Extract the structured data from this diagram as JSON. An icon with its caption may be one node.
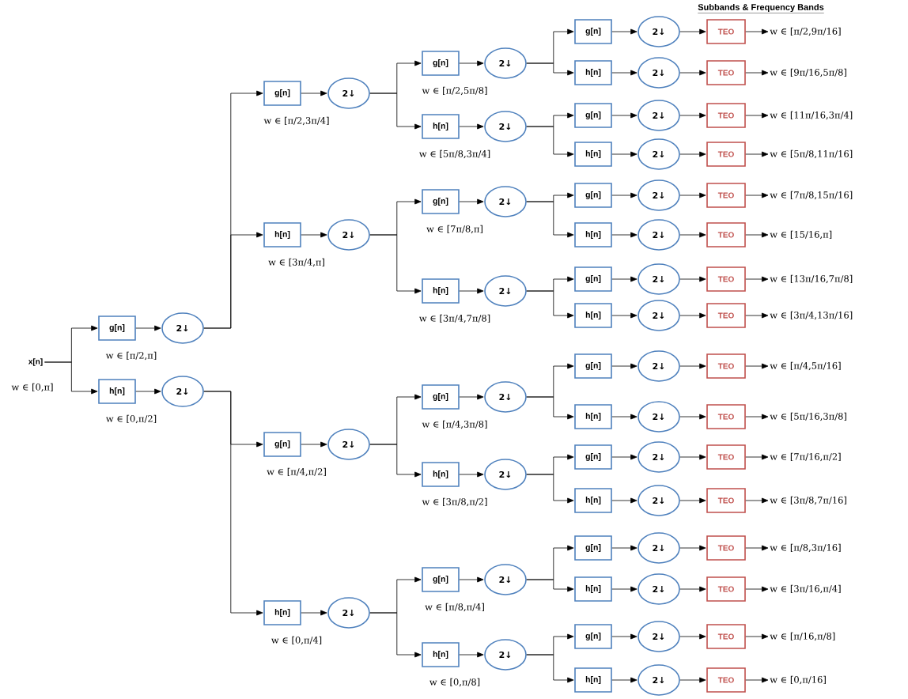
{
  "diagram": {
    "nodes": [
      {
        "text": [
          "x[n]"
        ],
        "beside": [
          "w ∈ [0,π]"
        ]
      },
      {
        "text": [
          "g[n]"
        ],
        "beside": [
          "w ∈ [π/2,π]"
        ]
      },
      {
        "text": [
          "2↓"
        ]
      },
      {
        "text": [
          "h[n]"
        ],
        "beside": [
          "w ∈ [0,π/2]"
        ]
      },
      {
        "text": [
          "2↓"
        ]
      },
      {
        "text": [
          "g[n]"
        ],
        "beside": [
          "w ∈ [π/2,3π/4]"
        ]
      },
      {
        "text": [
          "2↓"
        ]
      },
      {
        "text": [
          "h[n]"
        ],
        "beside": [
          "w ∈ [3π/4,π]"
        ]
      },
      {
        "text": [
          "2↓"
        ]
      },
      {
        "text": [
          "g[n]"
        ],
        "beside": [
          "w ∈ [π/4,π/2]"
        ]
      },
      {
        "text": [
          "2↓"
        ]
      },
      {
        "text": [
          "h[n]"
        ],
        "beside": [
          "w ∈ [0,π/4]"
        ]
      },
      {
        "text": [
          "2↓"
        ]
      },
      {
        "text": [
          "g[n]"
        ],
        "beside": [
          "w ∈ [π/2,5π/8]"
        ]
      },
      {
        "text": [
          "2↓"
        ]
      },
      {
        "text": [
          "h[n]"
        ],
        "beside": [
          "w ∈ [5π/8,3π/4]"
        ]
      },
      {
        "text": [
          "2↓"
        ]
      },
      {
        "text": [
          "g[n]"
        ],
        "beside": [
          "w ∈ [7π/8,π]"
        ]
      },
      {
        "text": [
          "2↓"
        ]
      },
      {
        "text": [
          "h[n]"
        ],
        "beside": [
          "w ∈ [3π/4,7π/8]"
        ]
      },
      {
        "text": [
          "2↓"
        ]
      },
      {
        "text": [
          "g[n]"
        ],
        "beside": [
          "w ∈ [π/4,3π/8]"
        ]
      },
      {
        "text": [
          "2↓"
        ]
      },
      {
        "text": [
          "h[n]"
        ],
        "beside": [
          "w ∈ [3π/8,π/2]"
        ]
      },
      {
        "text": [
          "2↓"
        ]
      },
      {
        "text": [
          "g[n]"
        ],
        "beside": [
          "w ∈ [π/8,π/4]"
        ]
      },
      {
        "text": [
          "2↓"
        ]
      },
      {
        "text": [
          "h[n]"
        ],
        "beside": [
          "w ∈ [0,π/8]"
        ]
      },
      {
        "text": [
          "2↓"
        ]
      },
      {
        "text": [
          "g[n]"
        ]
      },
      {
        "text": [
          "2↓"
        ]
      },
      {
        "text": [
          "TEO"
        ]
      },
      {
        "text": [
          "w ∈ [π/2,9π/16]"
        ]
      },
      {
        "text": [
          "h[n]"
        ]
      },
      {
        "text": [
          "2↓"
        ]
      },
      {
        "text": [
          "TEO"
        ]
      },
      {
        "text": [
          "w ∈ [9π/16,5π/8]"
        ]
      },
      {
        "text": [
          "g[n]"
        ]
      },
      {
        "text": [
          "2↓"
        ]
      },
      {
        "text": [
          "TEO"
        ]
      },
      {
        "text": [
          "w ∈ [11π/16,3π/4]"
        ]
      },
      {
        "text": [
          "h[n]"
        ]
      },
      {
        "text": [
          "2↓"
        ]
      },
      {
        "text": [
          "TEO"
        ]
      },
      {
        "text": [
          "w ∈ [5π/8,11π/16]"
        ]
      },
      {
        "text": [
          "g[n]"
        ]
      },
      {
        "text": [
          "2↓"
        ]
      },
      {
        "text": [
          "TEO"
        ]
      },
      {
        "text": [
          "w ∈ [7π/8,15π/16]"
        ]
      },
      {
        "text": [
          "h[n]"
        ]
      },
      {
        "text": [
          "2↓"
        ]
      },
      {
        "text": [
          "TEO"
        ]
      },
      {
        "text": [
          "w ∈ [15/16,π]"
        ]
      },
      {
        "text": [
          "g[n]"
        ]
      },
      {
        "text": [
          "2↓"
        ]
      },
      {
        "text": [
          "TEO"
        ]
      },
      {
        "text": [
          "w ∈ [13π/16,7π/8]"
        ]
      },
      {
        "text": [
          "h[n]"
        ]
      },
      {
        "text": [
          "2↓"
        ]
      },
      {
        "text": [
          "TEO"
        ]
      },
      {
        "text": [
          "w ∈ [3π/4,13π/16]"
        ]
      },
      {
        "text": [
          "g[n]"
        ]
      },
      {
        "text": [
          "2↓"
        ]
      },
      {
        "text": [
          "TEO"
        ]
      },
      {
        "text": [
          "w ∈ [π/4,5π/16]"
        ]
      },
      {
        "text": [
          "h[n]"
        ]
      },
      {
        "text": [
          "2↓"
        ]
      },
      {
        "text": [
          "TEO"
        ]
      },
      {
        "text": [
          "w ∈ [5π/16,3π/8]"
        ]
      },
      {
        "text": [
          "g[n]"
        ]
      },
      {
        "text": [
          "2↓"
        ]
      },
      {
        "text": [
          "TEO"
        ]
      },
      {
        "text": [
          "w ∈ [7π/16,π/2]"
        ]
      },
      {
        "text": [
          "h[n]"
        ]
      },
      {
        "text": [
          "2↓"
        ]
      },
      {
        "text": [
          "TEO"
        ]
      },
      {
        "text": [
          "w ∈ [3π/8,7π/16]"
        ]
      },
      {
        "text": [
          "g[n]"
        ]
      },
      {
        "text": [
          "2↓"
        ]
      },
      {
        "text": [
          "TEO"
        ]
      },
      {
        "text": [
          "w ∈ [π/8,3π/16]"
        ]
      },
      {
        "text": [
          "h[n]"
        ]
      },
      {
        "text": [
          "2↓"
        ]
      },
      {
        "text": [
          "TEO"
        ]
      },
      {
        "text": [
          "w ∈ [3π/16,π/4]"
        ]
      },
      {
        "text": [
          "g[n]"
        ]
      },
      {
        "text": [
          "2↓"
        ]
      },
      {
        "text": [
          "TEO"
        ]
      },
      {
        "text": [
          "w ∈ [π/16,π/8]"
        ]
      },
      {
        "text": [
          "h[n]"
        ]
      },
      {
        "text": [
          "2↓"
        ]
      },
      {
        "text": [
          "TEO"
        ]
      },
      {
        "text": [
          "w ∈ [0,π/16]"
        ]
      }
    ],
    "edges": [
      {
        "from": 0,
        "to": 1,
        "arrow": "to"
      },
      {
        "from": 0,
        "to": 3,
        "arrow": "to"
      },
      {
        "from": 1,
        "to": 2,
        "arrow": "to"
      },
      {
        "from": 3,
        "to": 4,
        "arrow": "to"
      },
      {
        "from": 2,
        "to": 5,
        "arrow": "to"
      },
      {
        "from": 2,
        "to": 7,
        "arrow": "to"
      },
      {
        "from": 4,
        "to": 9,
        "arrow": "to"
      },
      {
        "from": 4,
        "to": 11,
        "arrow": "to"
      },
      {
        "from": 5,
        "to": 6,
        "arrow": "to"
      },
      {
        "from": 7,
        "to": 8,
        "arrow": "to"
      },
      {
        "from": 9,
        "to": 10,
        "arrow": "to"
      },
      {
        "from": 11,
        "to": 12,
        "arrow": "to"
      },
      {
        "from": 6,
        "to": 13,
        "arrow": "to"
      },
      {
        "from": 6,
        "to": 15,
        "arrow": "to"
      },
      {
        "from": 8,
        "to": 17,
        "arrow": "to"
      },
      {
        "from": 8,
        "to": 19,
        "arrow": "to"
      },
      {
        "from": 10,
        "to": 21,
        "arrow": "to"
      },
      {
        "from": 10,
        "to": 23,
        "arrow": "to"
      },
      {
        "from": 12,
        "to": 25,
        "arrow": "to"
      },
      {
        "from": 12,
        "to": 27,
        "arrow": "to"
      },
      {
        "from": 13,
        "to": 14,
        "arrow": "to"
      },
      {
        "from": 15,
        "to": 16,
        "arrow": "to"
      },
      {
        "from": 17,
        "to": 18,
        "arrow": "to"
      },
      {
        "from": 19,
        "to": 20,
        "arrow": "to"
      },
      {
        "from": 21,
        "to": 22,
        "arrow": "to"
      },
      {
        "from": 23,
        "to": 24,
        "arrow": "to"
      },
      {
        "from": 25,
        "to": 26,
        "arrow": "to"
      },
      {
        "from": 27,
        "to": 28,
        "arrow": "to"
      },
      {
        "from": 14,
        "to": 29,
        "arrow": "to"
      },
      {
        "from": 14,
        "to": 33,
        "arrow": "to"
      },
      {
        "from": 16,
        "to": 37,
        "arrow": "to"
      },
      {
        "from": 16,
        "to": 41,
        "arrow": "to"
      },
      {
        "from": 18,
        "to": 45,
        "arrow": "to"
      },
      {
        "from": 18,
        "to": 49,
        "arrow": "to"
      },
      {
        "from": 20,
        "to": 53,
        "arrow": "to"
      },
      {
        "from": 20,
        "to": 57,
        "arrow": "to"
      },
      {
        "from": 22,
        "to": 61,
        "arrow": "to"
      },
      {
        "from": 22,
        "to": 65,
        "arrow": "to"
      },
      {
        "from": 24,
        "to": 69,
        "arrow": "to"
      },
      {
        "from": 24,
        "to": 73,
        "arrow": "to"
      },
      {
        "from": 26,
        "to": 77,
        "arrow": "to"
      },
      {
        "from": 26,
        "to": 81,
        "arrow": "to"
      },
      {
        "from": 28,
        "to": 85,
        "arrow": "to"
      },
      {
        "from": 28,
        "to": 89,
        "arrow": "to"
      },
      {
        "from": 29,
        "to": 30,
        "arrow": "to"
      },
      {
        "from": 30,
        "to": 31,
        "arrow": "to"
      },
      {
        "from": 31,
        "to": 32,
        "arrow": "to"
      },
      {
        "from": 33,
        "to": 34,
        "arrow": "to"
      },
      {
        "from": 34,
        "to": 35,
        "arrow": "to"
      },
      {
        "from": 35,
        "to": 36,
        "arrow": "to"
      },
      {
        "from": 37,
        "to": 38,
        "arrow": "to"
      },
      {
        "from": 38,
        "to": 39,
        "arrow": "to"
      },
      {
        "from": 39,
        "to": 40,
        "arrow": "to"
      },
      {
        "from": 41,
        "to": 42,
        "arrow": "to"
      },
      {
        "from": 42,
        "to": 43,
        "arrow": "to"
      },
      {
        "from": 43,
        "to": 44,
        "arrow": "to"
      },
      {
        "from": 45,
        "to": 46,
        "arrow": "to"
      },
      {
        "from": 46,
        "to": 47,
        "arrow": "to"
      },
      {
        "from": 47,
        "to": 48,
        "arrow": "to"
      },
      {
        "from": 49,
        "to": 50,
        "arrow": "to"
      },
      {
        "from": 50,
        "to": 51,
        "arrow": "to"
      },
      {
        "from": 51,
        "to": 52,
        "arrow": "to"
      },
      {
        "from": 53,
        "to": 54,
        "arrow": "to"
      },
      {
        "from": 54,
        "to": 55,
        "arrow": "to"
      },
      {
        "from": 55,
        "to": 56,
        "arrow": "to"
      },
      {
        "from": 57,
        "to": 58,
        "arrow": "to"
      },
      {
        "from": 58,
        "to": 59,
        "arrow": "to"
      },
      {
        "from": 59,
        "to": 60,
        "arrow": "to"
      },
      {
        "from": 61,
        "to": 62,
        "arrow": "to"
      },
      {
        "from": 62,
        "to": 63,
        "arrow": "to"
      },
      {
        "from": 63,
        "to": 64,
        "arrow": "to"
      },
      {
        "from": 65,
        "to": 66,
        "arrow": "to"
      },
      {
        "from": 66,
        "to": 67,
        "arrow": "to"
      },
      {
        "from": 67,
        "to": 68,
        "arrow": "to"
      },
      {
        "from": 69,
        "to": 70,
        "arrow": "to"
      },
      {
        "from": 70,
        "to": 71,
        "arrow": "to"
      },
      {
        "from": 71,
        "to": 72,
        "arrow": "to"
      },
      {
        "from": 73,
        "to": 74,
        "arrow": "to"
      },
      {
        "from": 74,
        "to": 75,
        "arrow": "to"
      },
      {
        "from": 75,
        "to": 76,
        "arrow": "to"
      },
      {
        "from": 77,
        "to": 78,
        "arrow": "to"
      },
      {
        "from": 78,
        "to": 79,
        "arrow": "to"
      },
      {
        "from": 79,
        "to": 80,
        "arrow": "to"
      },
      {
        "from": 81,
        "to": 82,
        "arrow": "to"
      },
      {
        "from": 82,
        "to": 83,
        "arrow": "to"
      },
      {
        "from": 83,
        "to": 84,
        "arrow": "to"
      },
      {
        "from": 85,
        "to": 86,
        "arrow": "to"
      },
      {
        "from": 86,
        "to": 87,
        "arrow": "to"
      },
      {
        "from": 87,
        "to": 88,
        "arrow": "to"
      },
      {
        "from": 89,
        "to": 90,
        "arrow": "to"
      },
      {
        "from": 90,
        "to": 91,
        "arrow": "to"
      },
      {
        "from": 91,
        "to": 92,
        "arrow": "to"
      }
    ],
    "labels": [
      "Subbands & Frequency Bands"
    ]
  }
}
